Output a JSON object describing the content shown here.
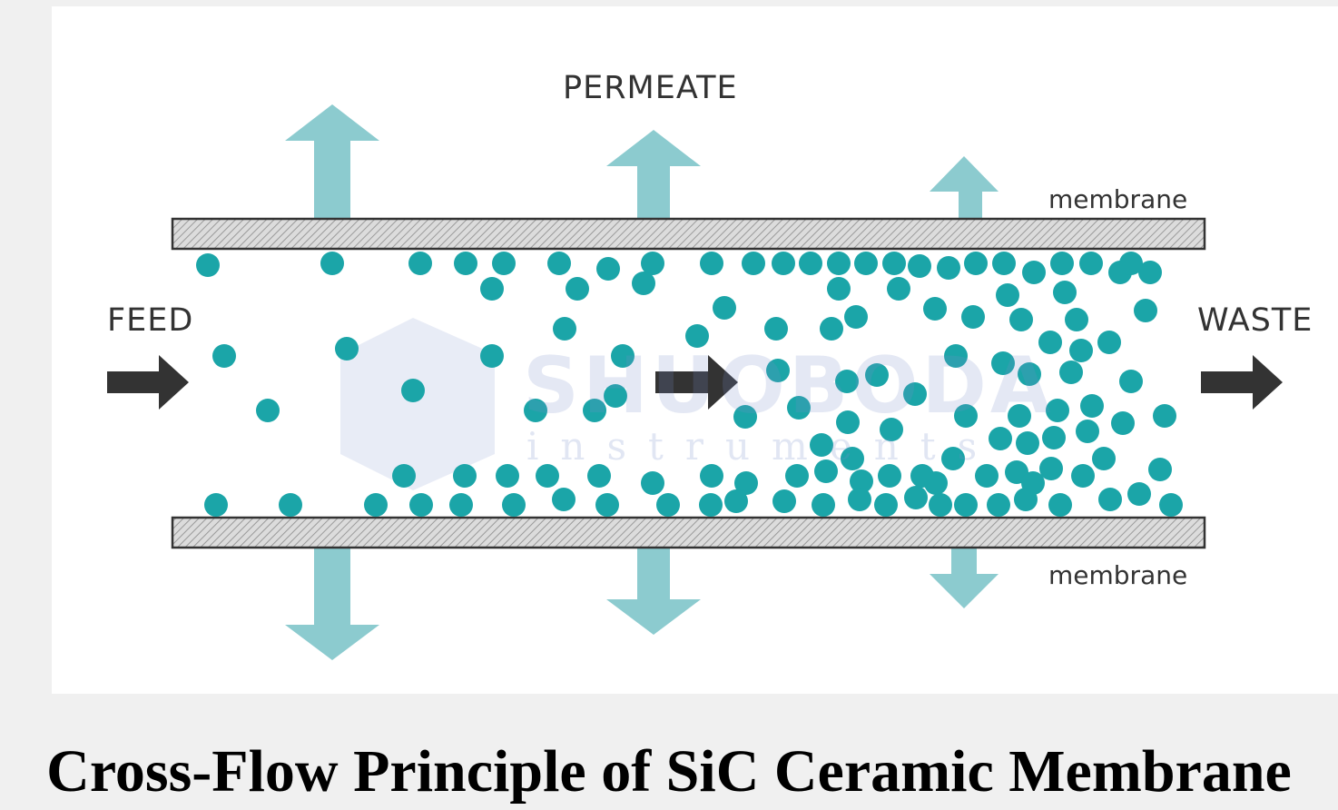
{
  "labels": {
    "permeate": "PERMEATE",
    "feed": "FEED",
    "waste": "WASTE",
    "membrane_top": "membrane",
    "membrane_bottom": "membrane"
  },
  "watermark": {
    "brand": "SHUOBODA",
    "sub": "instruments"
  },
  "caption": "Cross-Flow Principle of SiC Ceramic Membrane",
  "colors": {
    "particle": "#1ba5a8",
    "permeate_arrow": "#8ccbcf",
    "flow_arrow": "#333333",
    "membrane_fill": "#c8c8c8",
    "membrane_border": "#333333"
  },
  "icons": {
    "permeate_arrows": "arrow-up-icon",
    "reject_arrows": "arrow-down-icon",
    "flow_arrows": "arrow-right-icon",
    "particles": "particle-dot-icon"
  }
}
